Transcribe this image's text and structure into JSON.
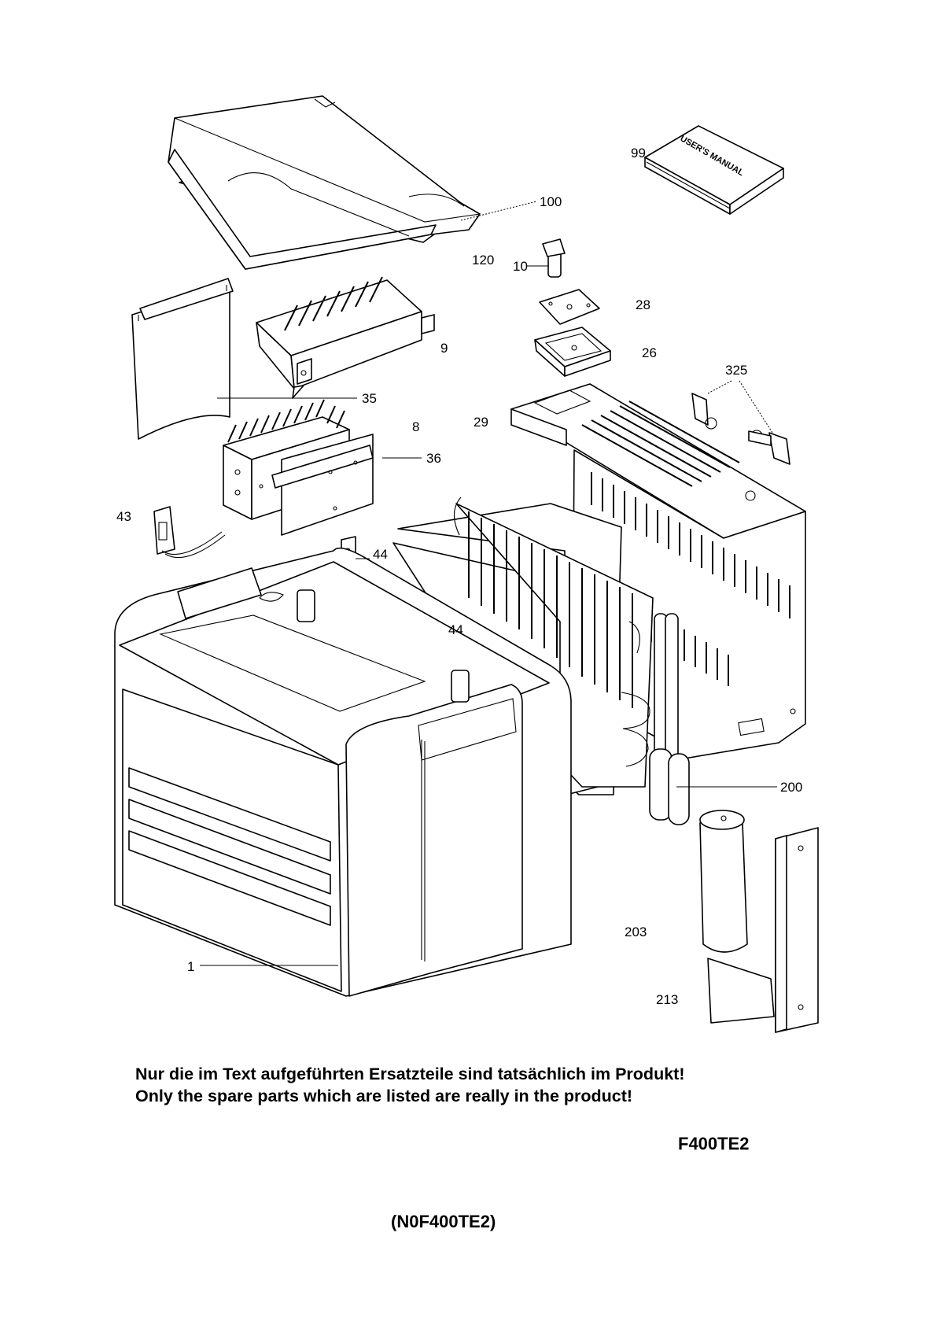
{
  "callouts": {
    "c99": "99",
    "c100": "100",
    "c120": "120",
    "c10": "10",
    "c28": "28",
    "c26": "26",
    "c9": "9",
    "c325": "325",
    "c35": "35",
    "c8": "8",
    "c29": "29",
    "c36": "36",
    "c43": "43",
    "c44a": "44",
    "c44b": "44",
    "c200": "200",
    "c203": "203",
    "c1": "1",
    "c213": "213"
  },
  "manual_cover": "USER'S MANUAL",
  "notes": {
    "de": "Nur die im Text aufgeführten Ersatzteile sind tatsächlich im Produkt!",
    "en": "Only the spare parts which are listed are really in the product!"
  },
  "model_code": "F400TE2",
  "part_number": "(N0F400TE2)"
}
